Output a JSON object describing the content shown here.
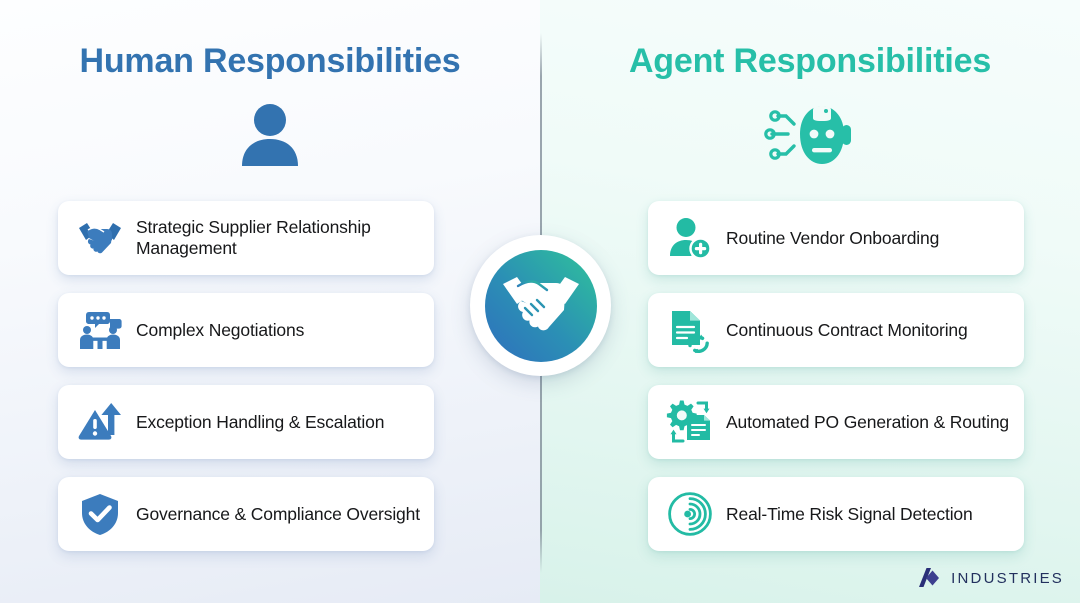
{
  "columns": {
    "left": {
      "title": "Human Responsibilities",
      "title_color": "#3373b0",
      "header_icon": "person-icon",
      "items": [
        {
          "label": "Strategic Supplier Relationship Management",
          "icon": "handshake-icon"
        },
        {
          "label": "Complex Negotiations",
          "icon": "negotiation-meeting-icon"
        },
        {
          "label": "Exception Handling & Escalation",
          "icon": "warning-escalation-icon"
        },
        {
          "label": "Governance & Compliance Oversight",
          "icon": "shield-check-icon"
        }
      ]
    },
    "right": {
      "title": "Agent Responsibilities",
      "title_color": "#27bfa8",
      "header_icon": "robot-head-icon",
      "items": [
        {
          "label": "Routine Vendor Onboarding",
          "icon": "user-plus-icon"
        },
        {
          "label": "Continuous Contract Monitoring",
          "icon": "document-sync-icon"
        },
        {
          "label": "Automated PO Generation & Routing",
          "icon": "gear-document-routing-icon"
        },
        {
          "label": "Real-Time Risk Signal Detection",
          "icon": "radar-signal-icon"
        }
      ]
    }
  },
  "center_badge": {
    "icon": "handshake-circle-icon"
  },
  "logo": {
    "text": "INDUSTRIES",
    "mark": "parallelogram-diamond-logo-mark",
    "color": "#22305e"
  },
  "palette": {
    "human_blue": "#3373b0",
    "agent_teal": "#27bfa8",
    "card_text": "#17181a",
    "bg_left": "#e6ebf5",
    "bg_right": "#d8f2ea"
  }
}
